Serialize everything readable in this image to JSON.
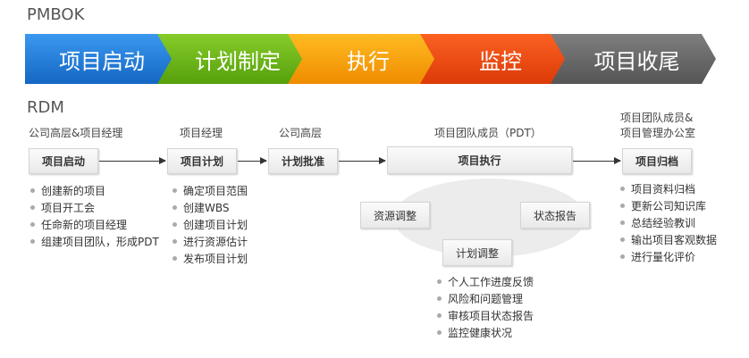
{
  "pmbok": {
    "title": "PMBOK",
    "phases": [
      {
        "label": "项目启动",
        "color": "#1f7fdd"
      },
      {
        "label": "计划制定",
        "color": "#6bb51a"
      },
      {
        "label": "执行",
        "color": "#f5a00a"
      },
      {
        "label": "监控",
        "color": "#ea4a12"
      },
      {
        "label": "项目收尾",
        "color": "#6a6a6a"
      }
    ]
  },
  "rdm": {
    "title": "RDM",
    "stages": [
      {
        "role": "公司高层&项目经理",
        "label": "项目启动",
        "items": [
          "创建新的项目",
          "项目开工会",
          "任命新的项目经理",
          "组建项目团队，形成PDT"
        ]
      },
      {
        "role": "项目经理",
        "label": "项目计划",
        "items": [
          "确定项目范围",
          "创建WBS",
          "创建项目计划",
          "进行资源估计",
          "发布项目计划"
        ]
      },
      {
        "role": "公司高层",
        "label": "计划批准"
      },
      {
        "role": "项目团队成员（PDT）",
        "label": "项目执行",
        "items": [
          "个人工作进度反馈",
          "风险和问题管理",
          "审核项目状态报告",
          "监控健康状况"
        ]
      },
      {
        "role_line1": "项目团队成员&",
        "role_line2": "项目管理办公室",
        "label": "项目归档",
        "items": [
          "项目资料归档",
          "更新公司知识库",
          "总结经验教训",
          "输出项目客观数据",
          "进行量化评价"
        ]
      }
    ],
    "cycle": [
      "资源调整",
      "状态报告",
      "计划调整"
    ]
  }
}
